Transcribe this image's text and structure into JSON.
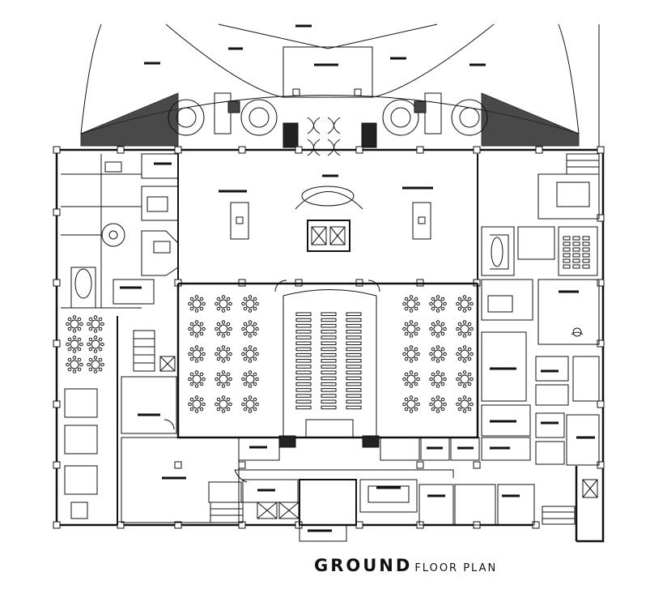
{
  "drawing": {
    "type": "architectural-floor-plan",
    "line_color": "#111111",
    "background": "#ffffff",
    "title_main": "GROUND",
    "title_sub": "FLOOR PLAN",
    "hall_layout": {
      "left_round_table_rows": 5,
      "left_round_table_cols": 3,
      "right_round_table_rows": 5,
      "right_round_table_cols": 3,
      "theater_seat_rows": 17,
      "theater_seat_cols": 3
    },
    "icons": [
      "tree-icon",
      "stair-icon",
      "elevator-icon",
      "round-table-icon",
      "column-icon"
    ]
  }
}
